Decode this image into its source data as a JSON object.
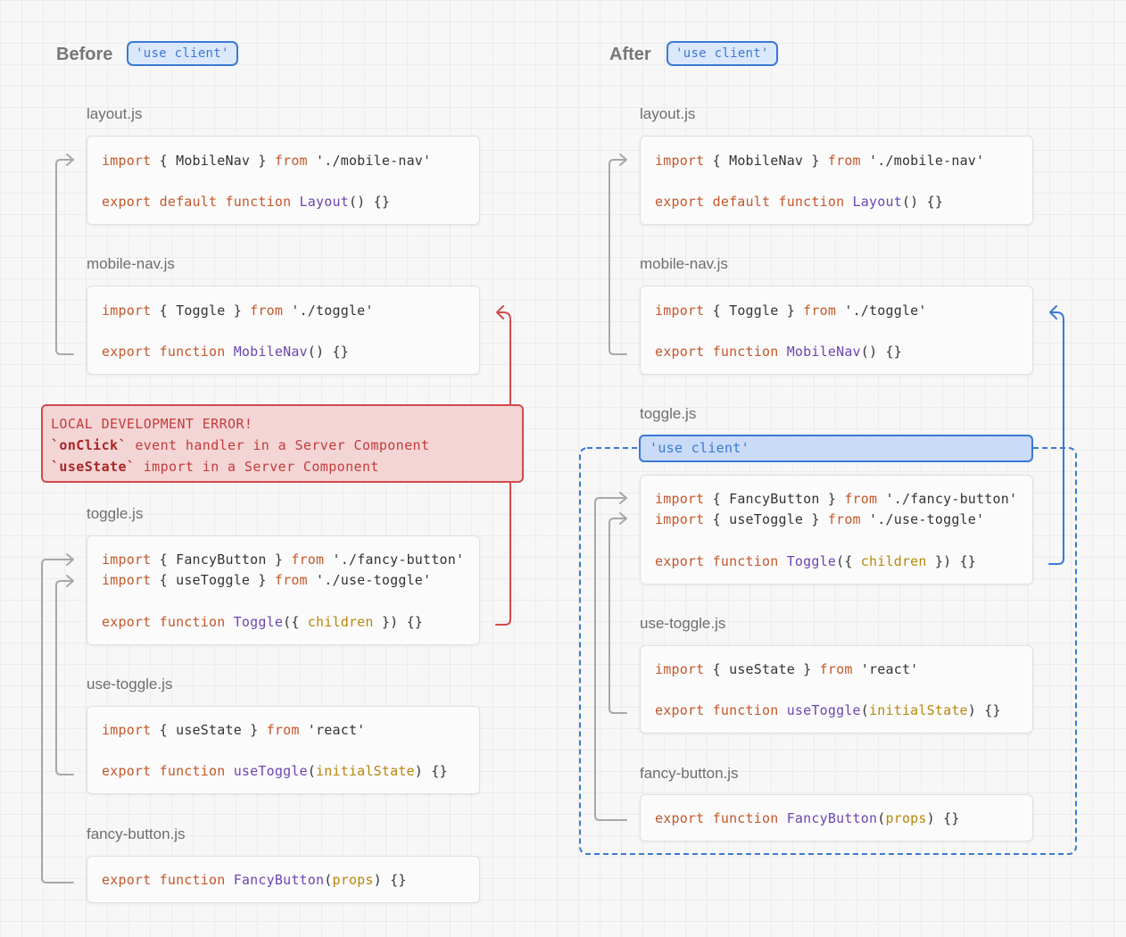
{
  "before": {
    "heading": "Before",
    "directive_label": "'use client'",
    "error": {
      "title": "LOCAL DEVELOPMENT ERROR!",
      "line1_code": "`onClick`",
      "line1_text": " event handler in a Server Component",
      "line2_code": "`useState`",
      "line2_text": " import in a Server Component"
    }
  },
  "after": {
    "heading": "After",
    "directive_label": "'use client'",
    "toggle_directive": "'use client'"
  },
  "files": {
    "layout": {
      "name": "layout.js",
      "l1": {
        "k1": "import",
        "t1": " { MobileNav } ",
        "k2": "from",
        "t2": " './mobile-nav'"
      },
      "l2": {
        "k1": "export default function",
        "t1": " ",
        "f": "Layout",
        "t2": "() {}"
      }
    },
    "mobile_nav": {
      "name": "mobile-nav.js",
      "l1": {
        "k1": "import",
        "t1": " { Toggle } ",
        "k2": "from",
        "t2": " './toggle'"
      },
      "l2": {
        "k1": "export function",
        "t1": " ",
        "f": "MobileNav",
        "t2": "() {}"
      }
    },
    "toggle": {
      "name": "toggle.js",
      "l1": {
        "k1": "import",
        "t1": " { FancyButton } ",
        "k2": "from",
        "t2": " './fancy-button'"
      },
      "l2": {
        "k1": "import",
        "t1": " { useToggle } ",
        "k2": "from",
        "t2": " './use-toggle'"
      },
      "l3": {
        "k1": "export function",
        "t1": " ",
        "f": "Toggle",
        "t2": "({ ",
        "p": "children",
        "t3": " }) {}"
      }
    },
    "use_toggle": {
      "name": "use-toggle.js",
      "l1": {
        "k1": "import",
        "t1": " { useState } ",
        "k2": "from",
        "t2": " 'react'"
      },
      "l2": {
        "k1": "export function",
        "t1": " ",
        "f": "useToggle",
        "t2": "(",
        "p": "initialState",
        "t3": ") {}"
      }
    },
    "fancy_button": {
      "name": "fancy-button.js",
      "l1": {
        "k1": "export function",
        "t1": " ",
        "f": "FancyButton",
        "t2": "(",
        "p": "props",
        "t3": ") {}"
      }
    }
  },
  "colors": {
    "keyword": "#c4572b",
    "function": "#6d45b0",
    "param": "#b8860b",
    "client_blue": "#3b79d6",
    "error_red": "#d14b4b"
  }
}
